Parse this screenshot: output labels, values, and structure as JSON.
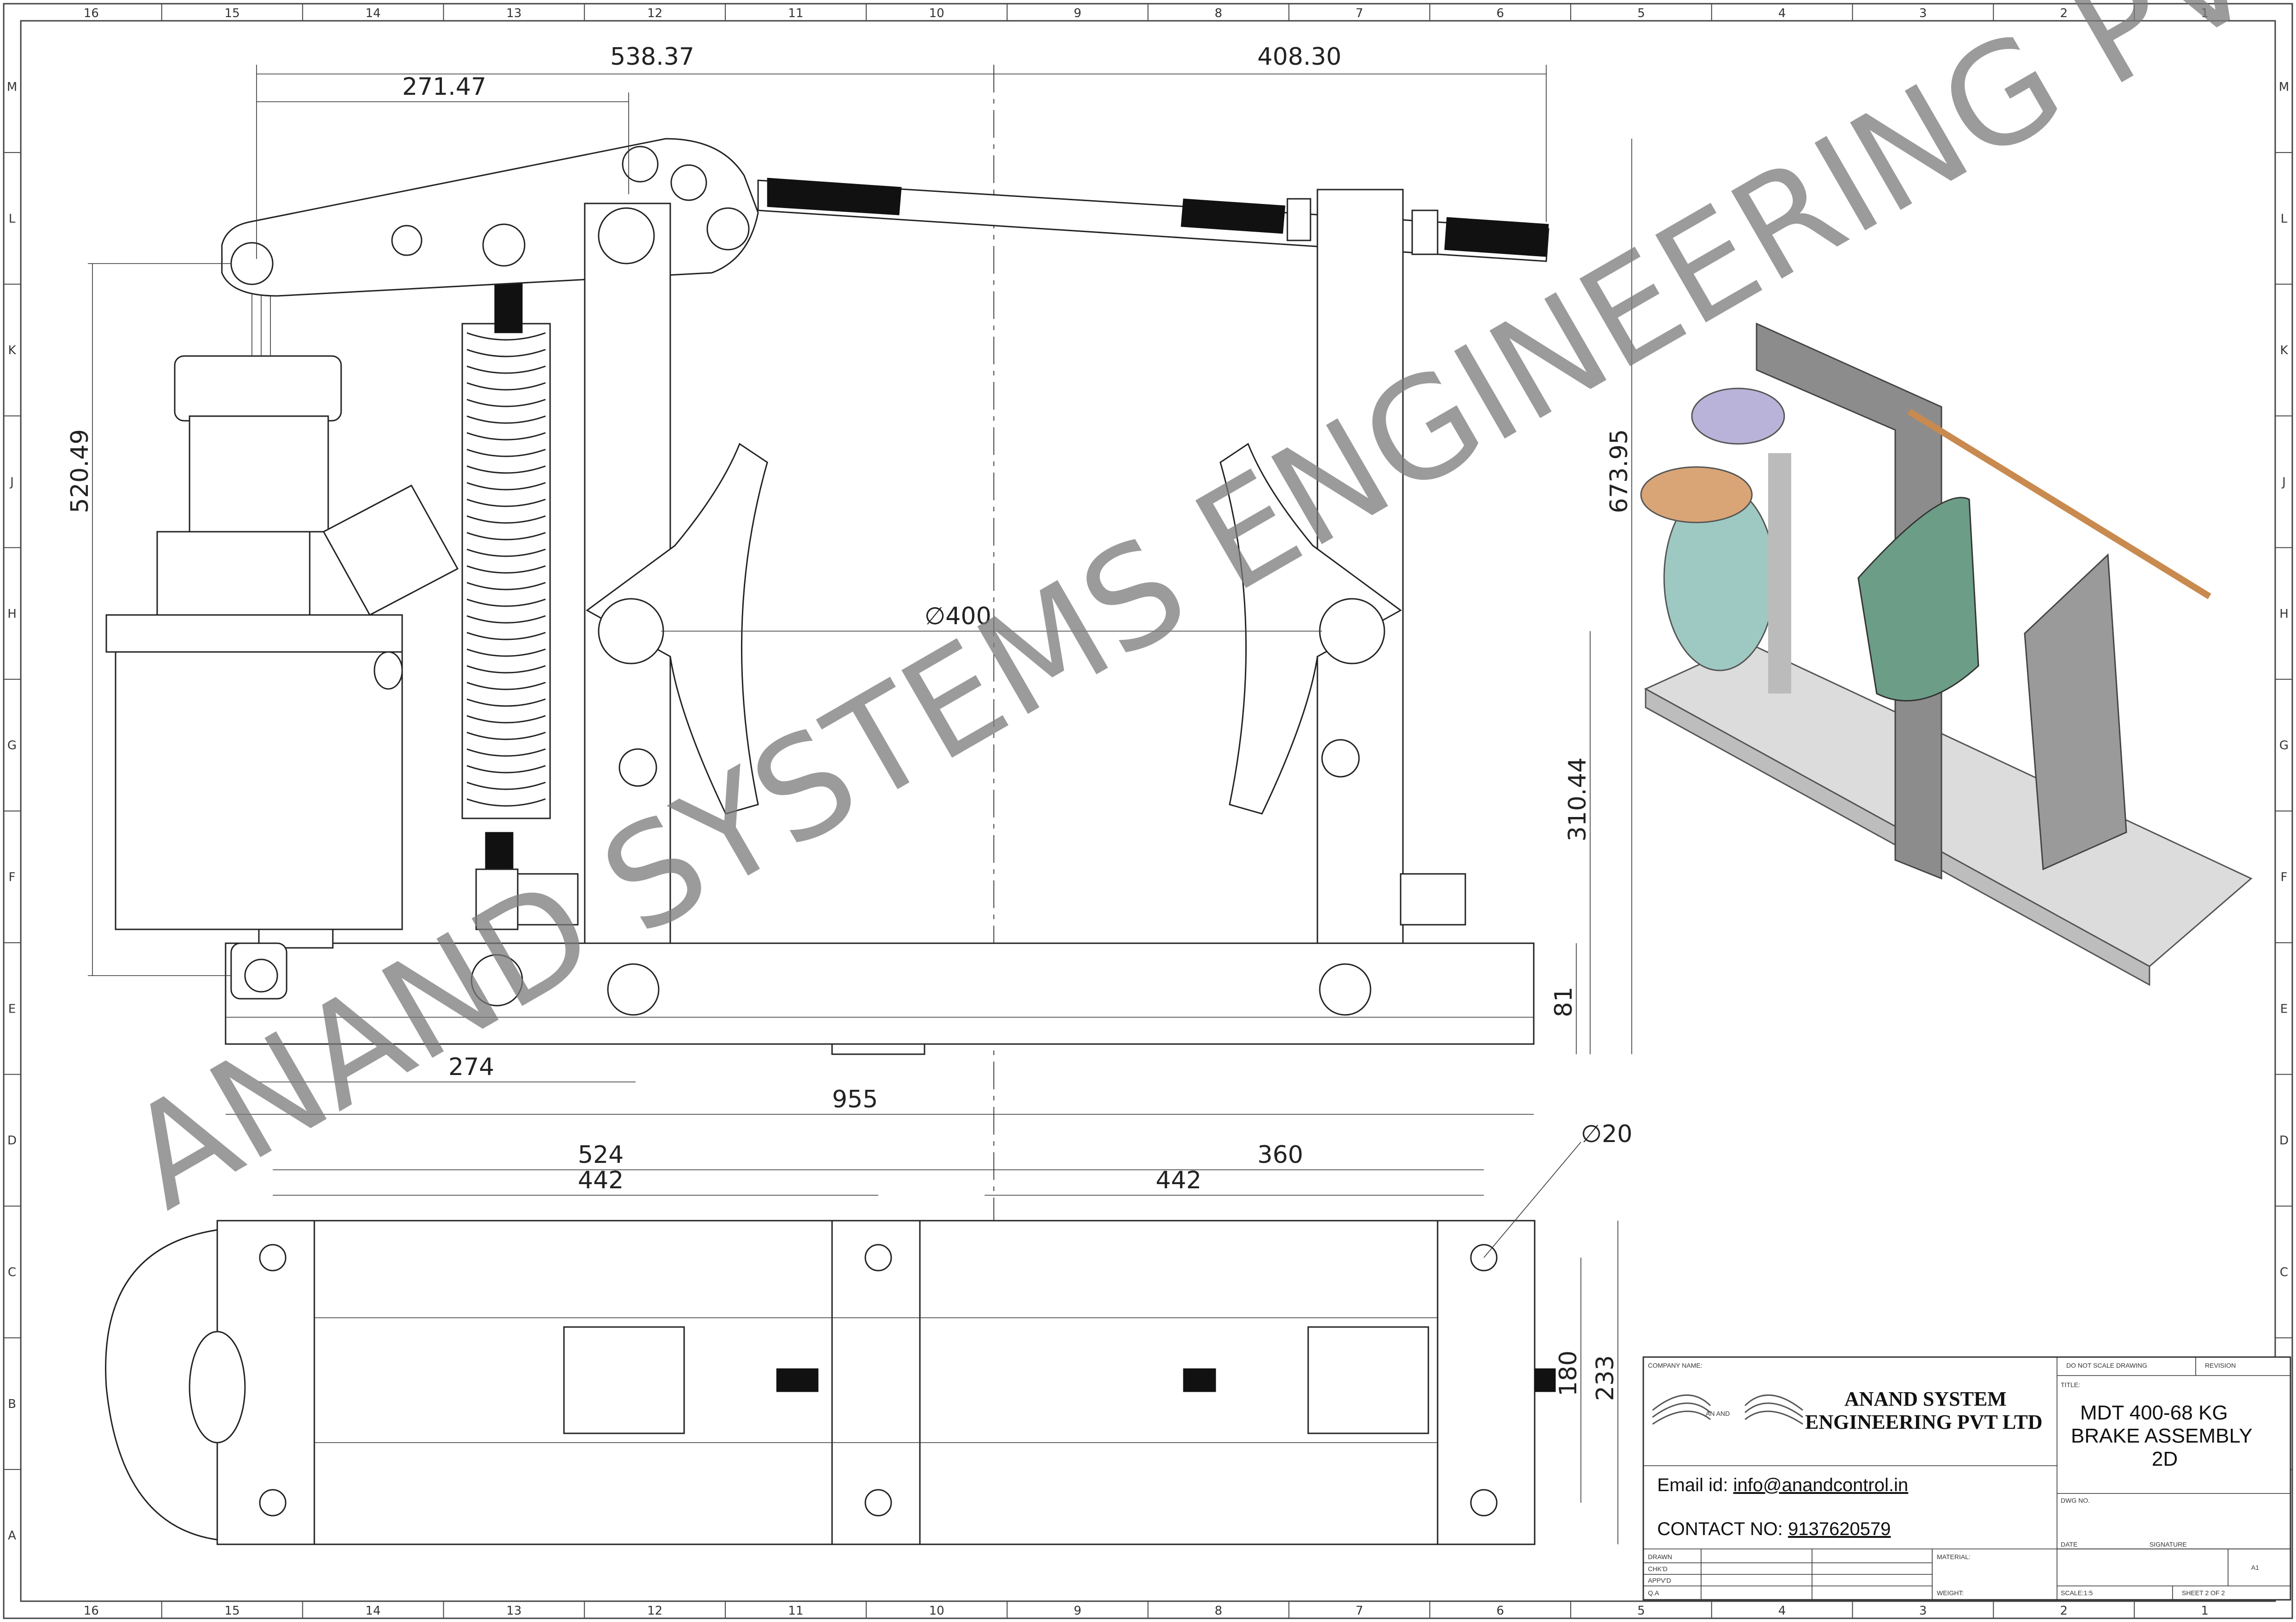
{
  "grid": {
    "columns": [
      "16",
      "15",
      "14",
      "13",
      "12",
      "11",
      "10",
      "9",
      "8",
      "7",
      "6",
      "5",
      "4",
      "3",
      "2",
      "1"
    ],
    "rows": [
      "M",
      "L",
      "K",
      "J",
      "H",
      "G",
      "F",
      "E",
      "D",
      "C",
      "B",
      "A"
    ]
  },
  "dimensions": {
    "d538": "538.37",
    "d408": "408.30",
    "d271": "271.47",
    "d520": "520.49",
    "d673": "673.95",
    "d400": "∅400",
    "d310": "310.44",
    "d81": "81",
    "d274": "274",
    "d955": "955",
    "d524": "524",
    "d360": "360",
    "d442a": "442",
    "d442b": "442",
    "d20": "∅20",
    "d180": "180",
    "d233": "233"
  },
  "watermark": "ANAND SYSTEMS ENGINEERING PVT. LTD.",
  "title_block": {
    "company_label": "COMPANY NAME:",
    "company_line1": "ANAND SYSTEM",
    "company_line2": "ENGINEERING PVT LTD",
    "logo_text": "AN AND",
    "email_label": "Email id: ",
    "email": "info@anandcontrol.in",
    "contact_label": "CONTACT NO: ",
    "contact": "9137620579",
    "do_not_scale": "DO NOT SCALE DRAWING",
    "revision": "REVISION",
    "title_label": "TITLE:",
    "title_line1": "MDT 400-68 KG",
    "title_line2": "BRAKE ASSEMBLY",
    "title_line3": "2D",
    "dwg_no": "DWG NO.",
    "date": "DATE",
    "signature": "SIGNATURE",
    "drawn": "DRAWN",
    "chkd": "CHK'D",
    "appvd": "APPV'D",
    "qa": "Q.A",
    "material": "MATERIAL:",
    "weight": "WEIGHT:",
    "scale": "SCALE:1:5",
    "sheet": "SHEET 2 OF 2",
    "size": "A1"
  }
}
